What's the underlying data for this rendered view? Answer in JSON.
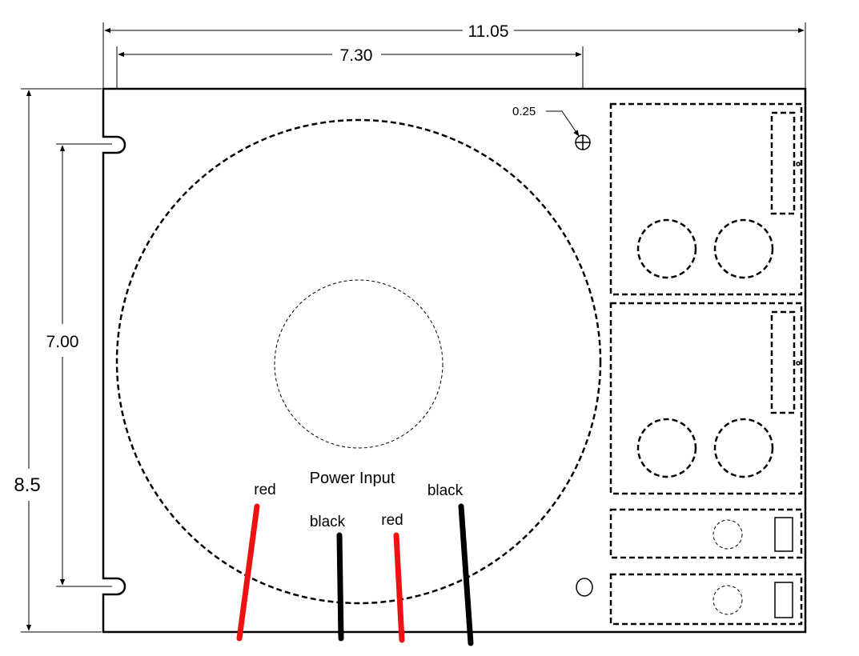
{
  "dimensions": {
    "overall_width": "11.05",
    "hole_spacing_width": "7.30",
    "overall_height": "8.5",
    "slot_spacing_height": "7.00",
    "hole_diameter": "0.25"
  },
  "labels": {
    "power_input": "Power Input",
    "wire_1": "red",
    "wire_2": "black",
    "wire_3": "red",
    "wire_4": "black"
  },
  "colors": {
    "outline": "#000000",
    "wire_red": "#ee1111",
    "wire_black": "#000000",
    "background": "#ffffff"
  }
}
